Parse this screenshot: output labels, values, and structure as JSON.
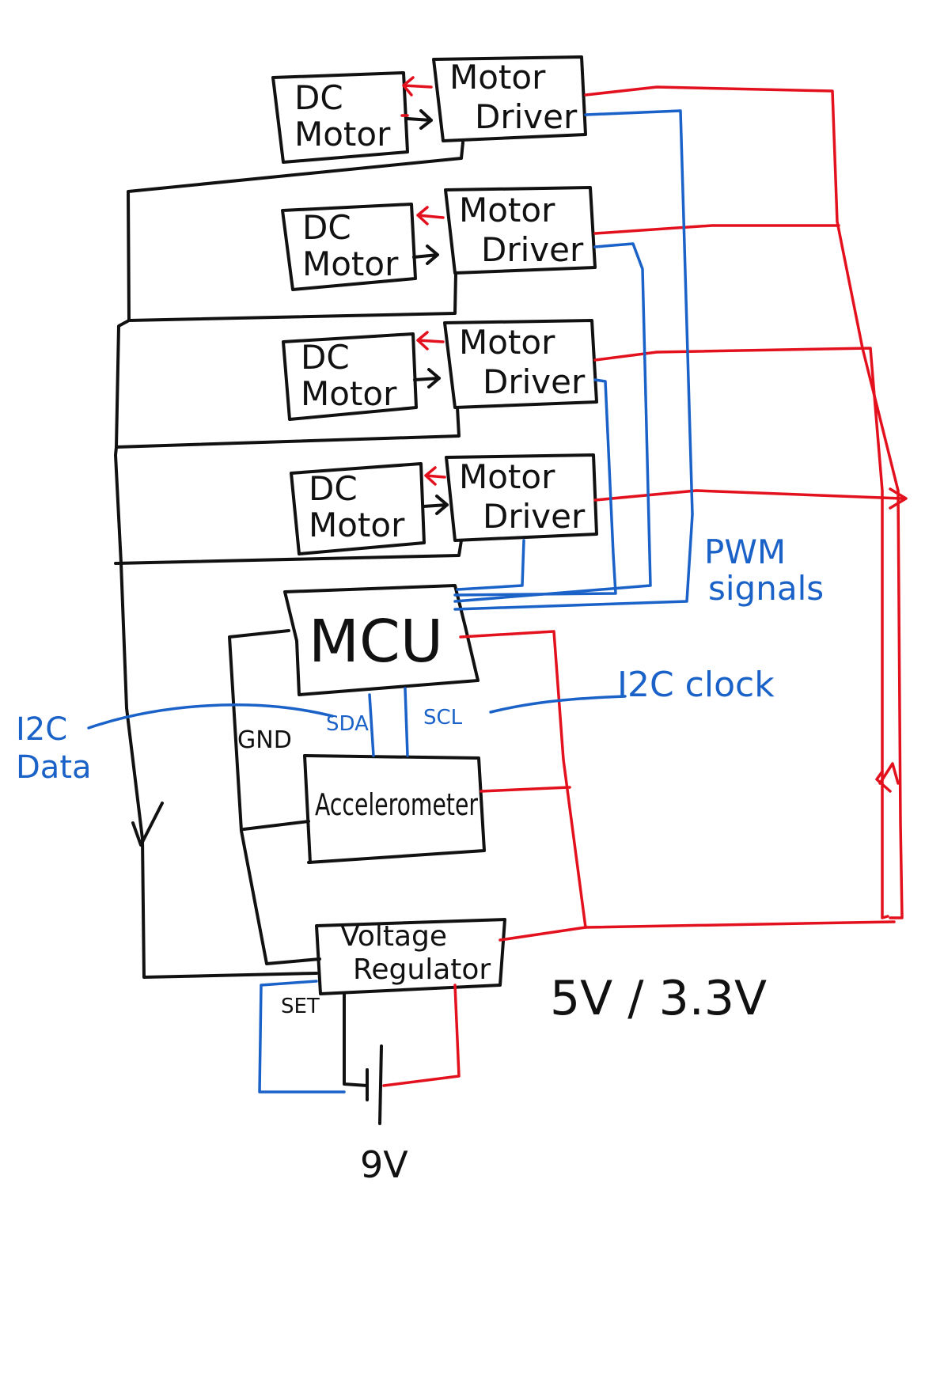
{
  "colors": {
    "ink": "#111111",
    "power": "#e3101d",
    "signal": "#1a62c8"
  },
  "blocks": {
    "dc_motor_1": "DC\nMotor",
    "dc_motor_2": "DC\nMotor",
    "dc_motor_3": "DC\nMotor",
    "dc_motor_4": "DC\nMotor",
    "motor_driver_1": "Motor\nDriver",
    "motor_driver_2": "Motor\nDriver",
    "motor_driver_3": "Motor\nDriver",
    "motor_driver_4": "Motor\nDriver",
    "mcu": "MCU",
    "accelerometer": "Accelerometer",
    "voltage_regulator": "Voltage\nRegulator"
  },
  "labels": {
    "pwm_signals": "PWM\nsignals",
    "i2c_clock": "I2C clock",
    "i2c_data": "I2C\nData",
    "sda": "SDA",
    "scl": "SCL",
    "gnd": "GND",
    "set": "SET",
    "output_voltage": "5V / 3.3V",
    "battery_voltage": "9V"
  }
}
